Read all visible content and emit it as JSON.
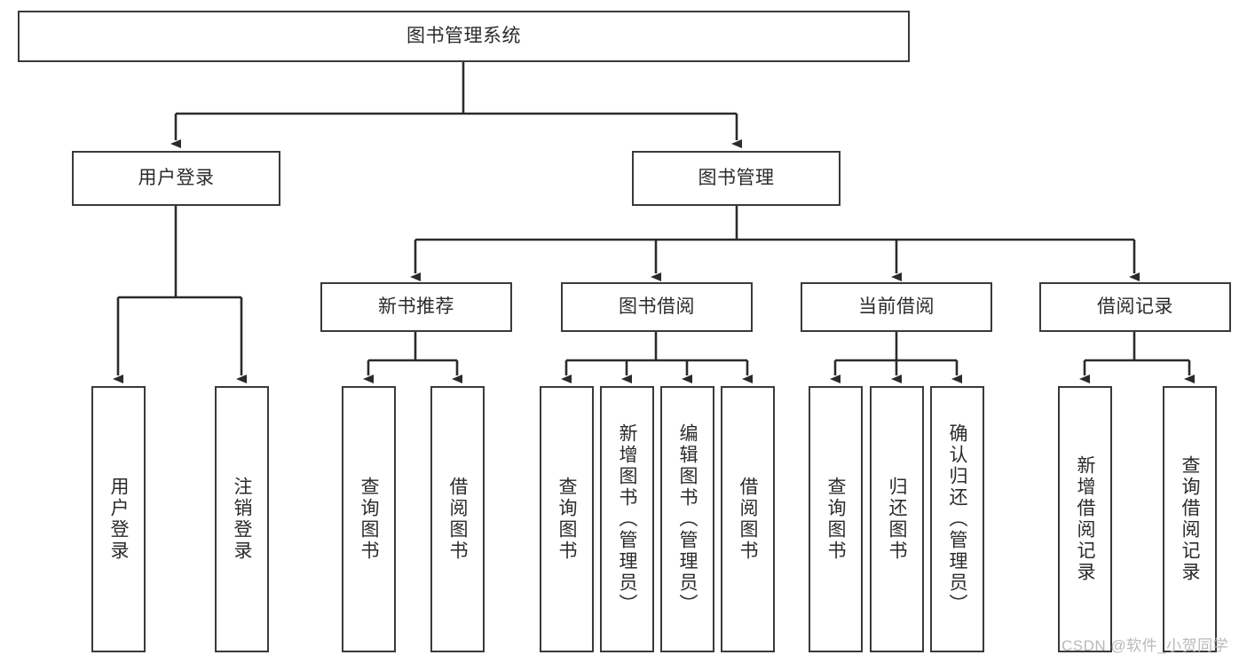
{
  "diagram": {
    "type": "tree-hierarchy",
    "title": "图书管理系统",
    "watermark": "CSDN @软件_小贺同学",
    "colors": {
      "box_border": "#3a3a3a",
      "box_fill": "#ffffff",
      "line": "#2b2b2b",
      "text": "#2b2b2b",
      "watermark": "#b9b9b9"
    },
    "nodes": {
      "root": {
        "label": "图书管理系统",
        "level": 0,
        "orientation": "horizontal"
      },
      "l1": [
        {
          "id": "user-login",
          "label": "用户登录",
          "level": 1,
          "orientation": "horizontal"
        },
        {
          "id": "book-manage",
          "label": "图书管理",
          "level": 1,
          "orientation": "horizontal"
        }
      ],
      "l2": [
        {
          "id": "new-book-recommend",
          "label": "新书推荐",
          "level": 2,
          "orientation": "horizontal",
          "parent": "book-manage"
        },
        {
          "id": "book-borrow",
          "label": "图书借阅",
          "level": 2,
          "orientation": "horizontal",
          "parent": "book-manage"
        },
        {
          "id": "current-borrow",
          "label": "当前借阅",
          "level": 2,
          "orientation": "horizontal",
          "parent": "book-manage"
        },
        {
          "id": "borrow-record",
          "label": "借阅记录",
          "level": 2,
          "orientation": "horizontal",
          "parent": "book-manage"
        }
      ],
      "leaves": [
        {
          "id": "leaf-user-login",
          "label": "用户登录",
          "parent": "user-login",
          "orientation": "vertical"
        },
        {
          "id": "leaf-user-logout",
          "label": "注销登录",
          "parent": "user-login",
          "orientation": "vertical"
        },
        {
          "id": "leaf-query-book-1",
          "label": "查询图书",
          "parent": "new-book-recommend",
          "orientation": "vertical"
        },
        {
          "id": "leaf-borrow-book-1",
          "label": "借阅图书",
          "parent": "new-book-recommend",
          "orientation": "vertical"
        },
        {
          "id": "leaf-query-book-2",
          "label": "查询图书",
          "parent": "book-borrow",
          "orientation": "vertical"
        },
        {
          "id": "leaf-add-book",
          "label": "新增图书（管理员）",
          "parent": "book-borrow",
          "orientation": "vertical"
        },
        {
          "id": "leaf-edit-book",
          "label": "编辑图书（管理员）",
          "parent": "book-borrow",
          "orientation": "vertical"
        },
        {
          "id": "leaf-borrow-book-2",
          "label": "借阅图书",
          "parent": "book-borrow",
          "orientation": "vertical"
        },
        {
          "id": "leaf-query-book-3",
          "label": "查询图书",
          "parent": "current-borrow",
          "orientation": "vertical"
        },
        {
          "id": "leaf-return-book",
          "label": "归还图书",
          "parent": "current-borrow",
          "orientation": "vertical"
        },
        {
          "id": "leaf-confirm-return",
          "label": "确认归还（管理员）",
          "parent": "current-borrow",
          "orientation": "vertical"
        },
        {
          "id": "leaf-add-record",
          "label": "新增借阅记录",
          "parent": "borrow-record",
          "orientation": "vertical"
        },
        {
          "id": "leaf-query-record",
          "label": "查询借阅记录",
          "parent": "borrow-record",
          "orientation": "vertical"
        }
      ]
    }
  }
}
